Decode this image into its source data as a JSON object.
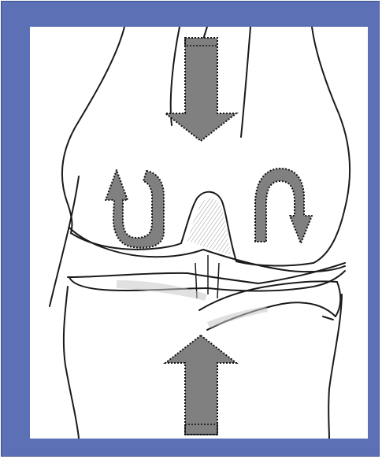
{
  "figure": {
    "frame_color": "#5b70b5",
    "background_color": "#ffffff",
    "ink_color": "#1a1a1a",
    "shading_color": "#cfcfcf",
    "arrow_fill": "#808080",
    "arrow_outline": "#111111",
    "subject": "knee-joint-illustration",
    "arrows": [
      {
        "name": "compression-arrow-down-icon",
        "direction": "down"
      },
      {
        "name": "compression-arrow-up-icon",
        "direction": "up"
      },
      {
        "name": "rotation-arrow-left-icon",
        "direction": "u-turn-up"
      },
      {
        "name": "rotation-arrow-right-icon",
        "direction": "u-turn-down"
      }
    ]
  }
}
